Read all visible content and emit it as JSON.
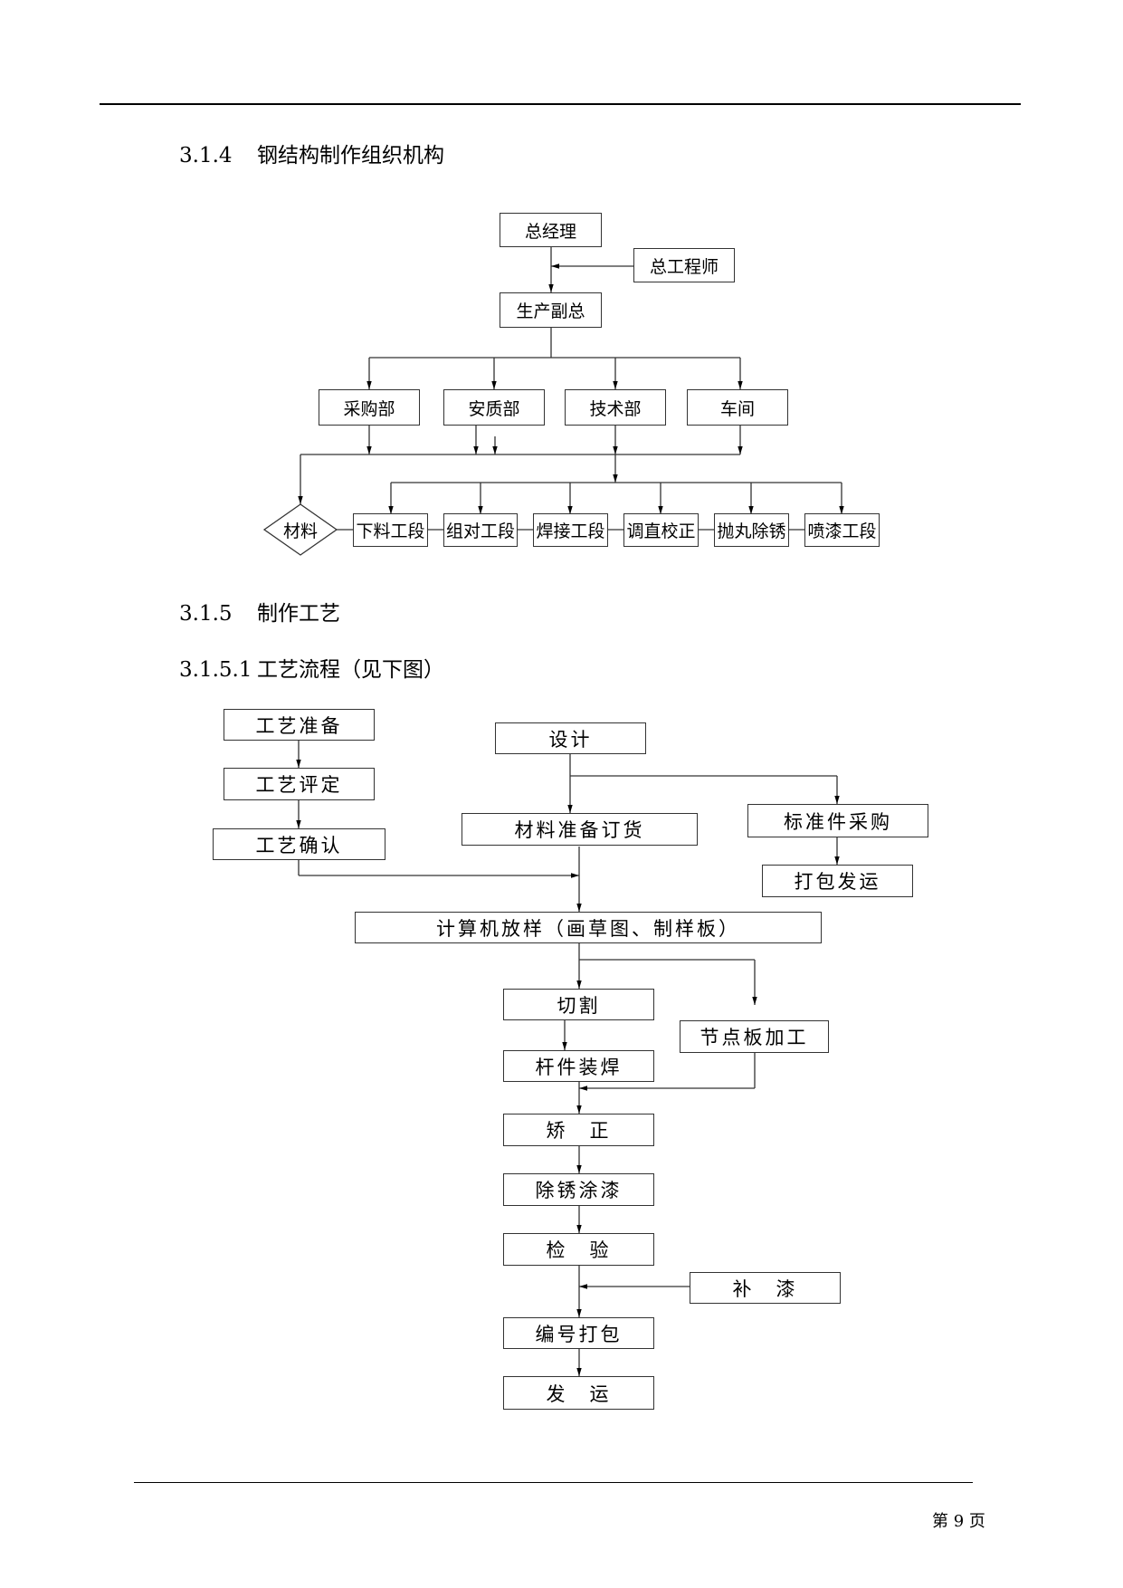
{
  "section_314": {
    "number": "3.1.4",
    "title": "钢结构制作组织机构"
  },
  "org": {
    "general_manager": "总经理",
    "chief_engineer": "总工程师",
    "deputy_production": "生产副总",
    "departments": [
      "采购部",
      "安质部",
      "技术部",
      "车间"
    ],
    "material": "材料",
    "sections": [
      "下料工段",
      "组对工段",
      "焊接工段",
      "调直校正",
      "抛丸除锈",
      "喷漆工段"
    ]
  },
  "section_315": {
    "number": "3.1.5",
    "title": "制作工艺"
  },
  "section_3151": {
    "number": "3.1.5.1",
    "title": "工艺流程（见下图）"
  },
  "flow": {
    "process_prep": "工艺准备",
    "process_eval": "工艺评定",
    "process_confirm": "工艺确认",
    "design": "设计",
    "material_order": "材料准备订货",
    "std_purchase": "标准件采购",
    "pack_ship_std": "打包发运",
    "lofting": "计算机放样（画草图、制样板）",
    "cutting": "切割",
    "gusset": "节点板加工",
    "member_weld": "杆件装焊",
    "straighten": "矫　正",
    "derust_paint": "除锈涂漆",
    "inspect": "检　验",
    "touchup": "补　漆",
    "number_pack": "编号打包",
    "ship": "发　运"
  },
  "footer": {
    "page": "第 9 页"
  }
}
